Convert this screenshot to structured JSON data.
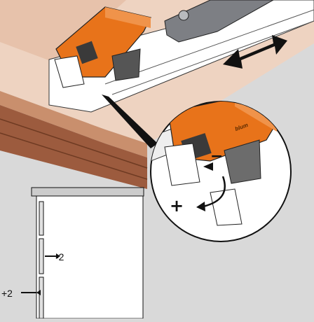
{
  "labels": {
    "adjust_minus": "-2",
    "adjust_plus": "+2",
    "sign_minus": "−",
    "sign_plus": "+",
    "brand": "blum"
  },
  "colors": {
    "background": "#d9d9d9",
    "orange": "#e8731a",
    "orange_dark": "#b9530c",
    "countertop": "#e7c4ad",
    "wood_dark": "#9c5b3e",
    "gray_part": "#7d7f84",
    "cabinet": "#ffffff",
    "outline": "#111111"
  },
  "icons": {
    "double_arrow": "double-headed-arrow-icon",
    "rotate_arrow": "rotation-arrow-icon"
  }
}
